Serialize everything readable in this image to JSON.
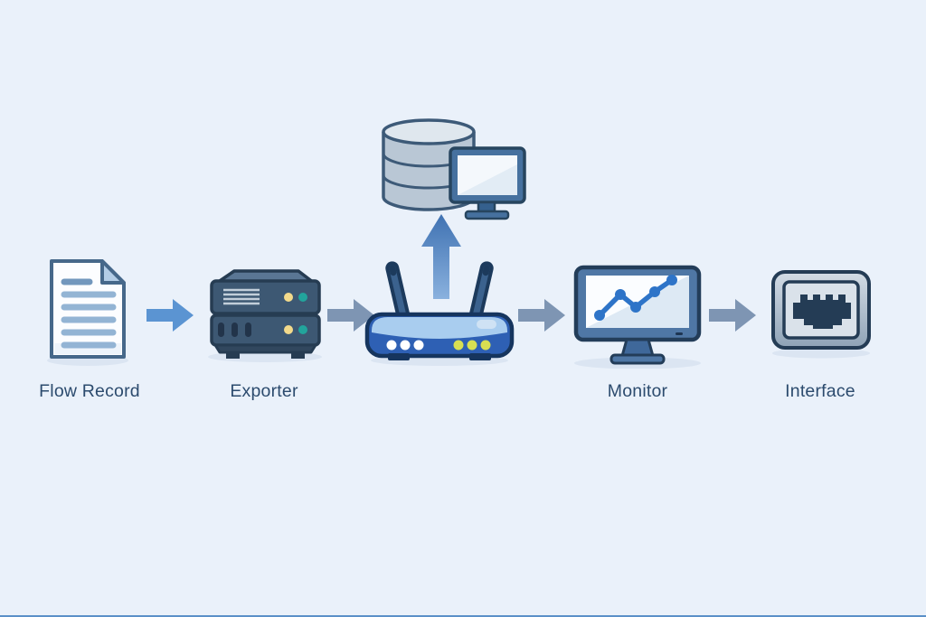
{
  "nodes": [
    {
      "name": "flow-record",
      "label": "Flow Record",
      "icon": "document-icon"
    },
    {
      "name": "exporter",
      "label": "Exporter",
      "icon": "server-stack-icon"
    },
    {
      "name": "router",
      "label": "",
      "icon": "wireless-router-icon"
    },
    {
      "name": "collector",
      "label": "",
      "icon": "database-with-monitor-icon"
    },
    {
      "name": "monitor",
      "label": "Monitor",
      "icon": "monitor-line-chart-icon"
    },
    {
      "name": "interface",
      "label": "Interface",
      "icon": "ethernet-port-icon"
    }
  ],
  "arrows": [
    {
      "name": "flow-record-to-exporter",
      "direction": "right",
      "color": "#5b94d2"
    },
    {
      "name": "exporter-to-router",
      "direction": "right",
      "color": "#7e95b3"
    },
    {
      "name": "router-to-collector",
      "direction": "up",
      "color_top": "#3f72b2",
      "color_bottom": "#8ab1de"
    },
    {
      "name": "router-to-monitor",
      "direction": "right",
      "color": "#7e95b3"
    },
    {
      "name": "monitor-to-interface",
      "direction": "right",
      "color": "#7e95b3"
    }
  ],
  "colors": {
    "background": "#eaf1fa",
    "bottom_rule": "#5b90c8",
    "label_text": "#2c4b6e",
    "outline_navy": "#243c55",
    "royal_blue": "#2e60b4",
    "chart_line_blue": "#2e74c8",
    "led_yellow": "#f3da8b",
    "led_teal": "#22a49c"
  }
}
